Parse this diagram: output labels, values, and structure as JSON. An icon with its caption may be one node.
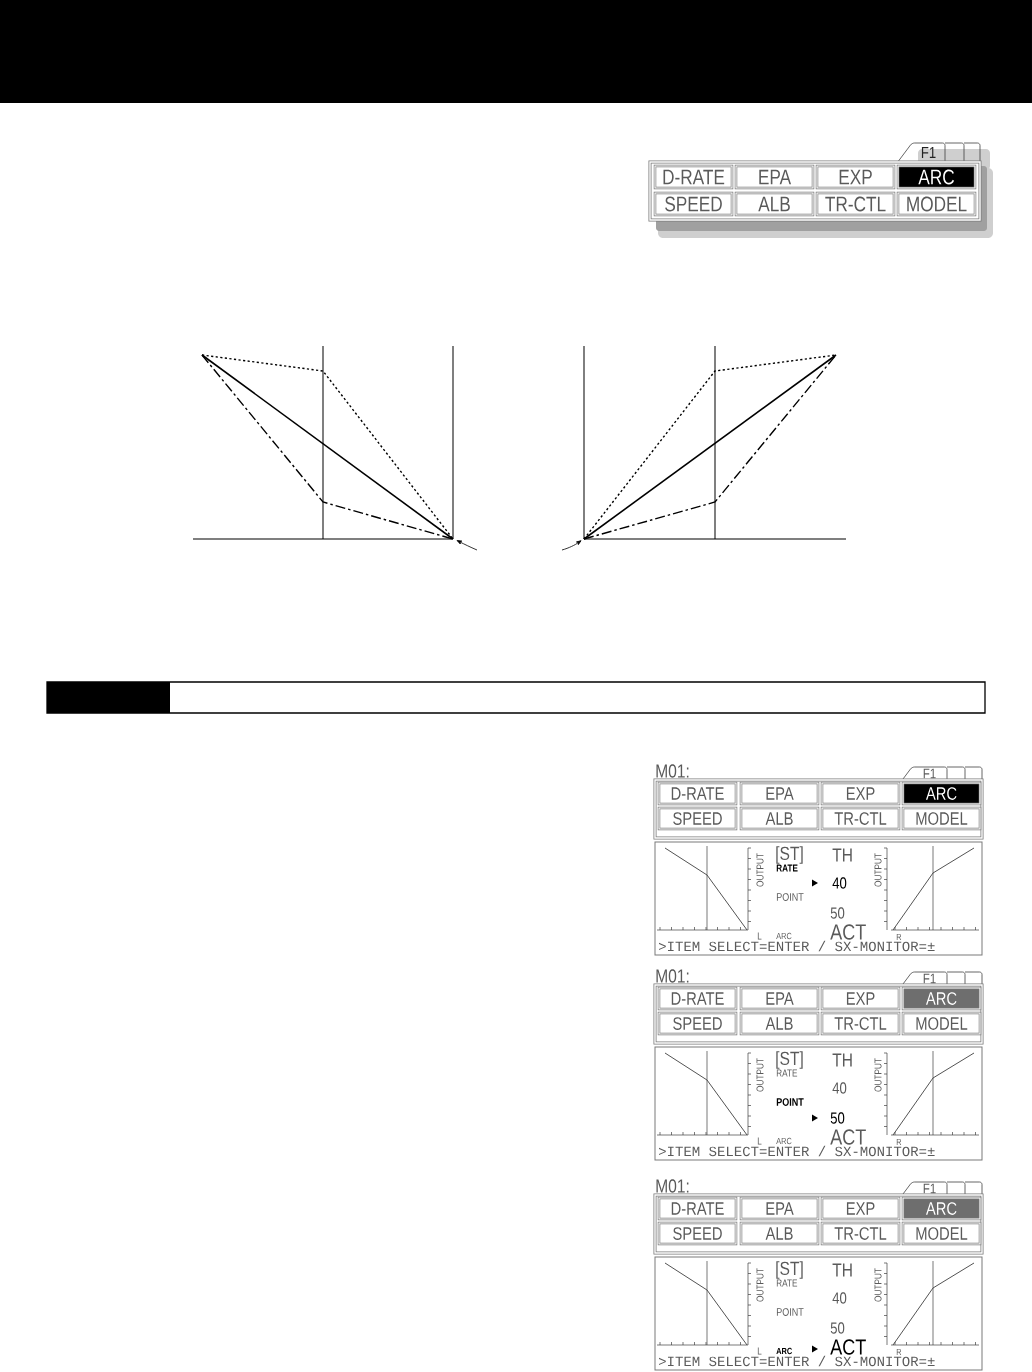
{
  "diagram": {
    "nodes": [
      {
        "text": [
          "F1"
        ]
      },
      {
        "text": [],
        "shape": "box"
      },
      {
        "text": [],
        "shape": "box"
      },
      {
        "text": [],
        "shape": "box"
      },
      {
        "text": [
          "D-RATE"
        ],
        "in": 3
      },
      {
        "text": [
          "EPA"
        ],
        "in": 3
      },
      {
        "text": [
          "EXP"
        ],
        "in": 3
      },
      {
        "text": [
          "ARC"
        ],
        "in": 3
      },
      {
        "text": [
          "SPEED"
        ],
        "in": 3
      },
      {
        "text": [
          "ALB"
        ],
        "in": 3
      },
      {
        "text": [
          "TR-CTL"
        ],
        "in": 3
      },
      {
        "text": [
          "MODEL"
        ],
        "in": 3
      },
      {
        "text": [
          "F1"
        ]
      },
      {
        "text": [],
        "shape": "box"
      },
      {
        "text": [],
        "shape": "box"
      },
      {
        "text": [],
        "shape": "box"
      },
      {
        "text": [
          "D-RATE"
        ],
        "in": 15
      },
      {
        "text": [
          "EPA"
        ],
        "in": 15
      },
      {
        "text": [
          "EXP"
        ],
        "in": 15
      },
      {
        "text": [
          "ARC"
        ],
        "in": 15
      },
      {
        "text": [
          "SPEED"
        ],
        "in": 15
      },
      {
        "text": [
          "ALB"
        ],
        "in": 15
      },
      {
        "text": [
          "TR-CTL"
        ],
        "in": 15
      },
      {
        "text": [
          "MODEL"
        ],
        "in": 15
      },
      {
        "text": [
          "OUTPUT",
          "[ST]",
          "TH",
          "OUTPUT",
          "RATE",
          "40",
          "POINT",
          "50",
          "L",
          "ARC",
          "ACT",
          "R",
          ">ITEM SELECT=ENTER / SX-MONITOR=±"
        ]
      },
      {
        "text": [
          "F1"
        ]
      },
      {
        "text": [],
        "shape": "box"
      },
      {
        "text": [],
        "shape": "box"
      },
      {
        "text": [],
        "shape": "box"
      },
      {
        "text": [
          "D-RATE"
        ],
        "in": 28
      },
      {
        "text": [
          "EPA"
        ],
        "in": 28
      },
      {
        "text": [
          "EXP"
        ],
        "in": 28
      },
      {
        "text": [
          "ARC"
        ],
        "in": 28
      },
      {
        "text": [
          "SPEED"
        ],
        "in": 28
      },
      {
        "text": [
          "ALB"
        ],
        "in": 28
      },
      {
        "text": [
          "TR-CTL"
        ],
        "in": 28
      },
      {
        "text": [
          "MODEL"
        ],
        "in": 28
      },
      {
        "text": [
          "OUTPUT",
          "[ST]",
          "TH",
          "OUTPUT",
          "RATE",
          "40",
          "POINT",
          "50",
          "L",
          "ARC",
          "ACT",
          "R",
          ">ITEM SELECT=ENTER / SX-MONITOR=±"
        ]
      },
      {
        "text": [
          "F1"
        ]
      },
      {
        "text": [],
        "shape": "box"
      },
      {
        "text": [],
        "shape": "box"
      },
      {
        "text": [],
        "shape": "box"
      },
      {
        "text": [
          "D-RATE"
        ],
        "in": 41
      },
      {
        "text": [
          "EPA"
        ],
        "in": 41
      },
      {
        "text": [
          "EXP"
        ],
        "in": 41
      },
      {
        "text": [
          "ARC"
        ],
        "in": 41
      },
      {
        "text": [
          "SPEED"
        ],
        "in": 41
      },
      {
        "text": [
          "ALB"
        ],
        "in": 41
      },
      {
        "text": [
          "TR-CTL"
        ],
        "in": 41
      },
      {
        "text": [
          "MODEL"
        ],
        "in": 41
      },
      {
        "text": [
          "OUTPUT",
          "[ST]",
          "TH",
          "OUTPUT",
          "RATE",
          "40",
          "POINT",
          "50",
          "L",
          "ARC",
          "ACT",
          "R",
          ">ITEM SELECT=ENTER / SX-MONITOR=±"
        ]
      }
    ],
    "labels": [
      "M01:",
      "M01:",
      "M01:"
    ]
  }
}
